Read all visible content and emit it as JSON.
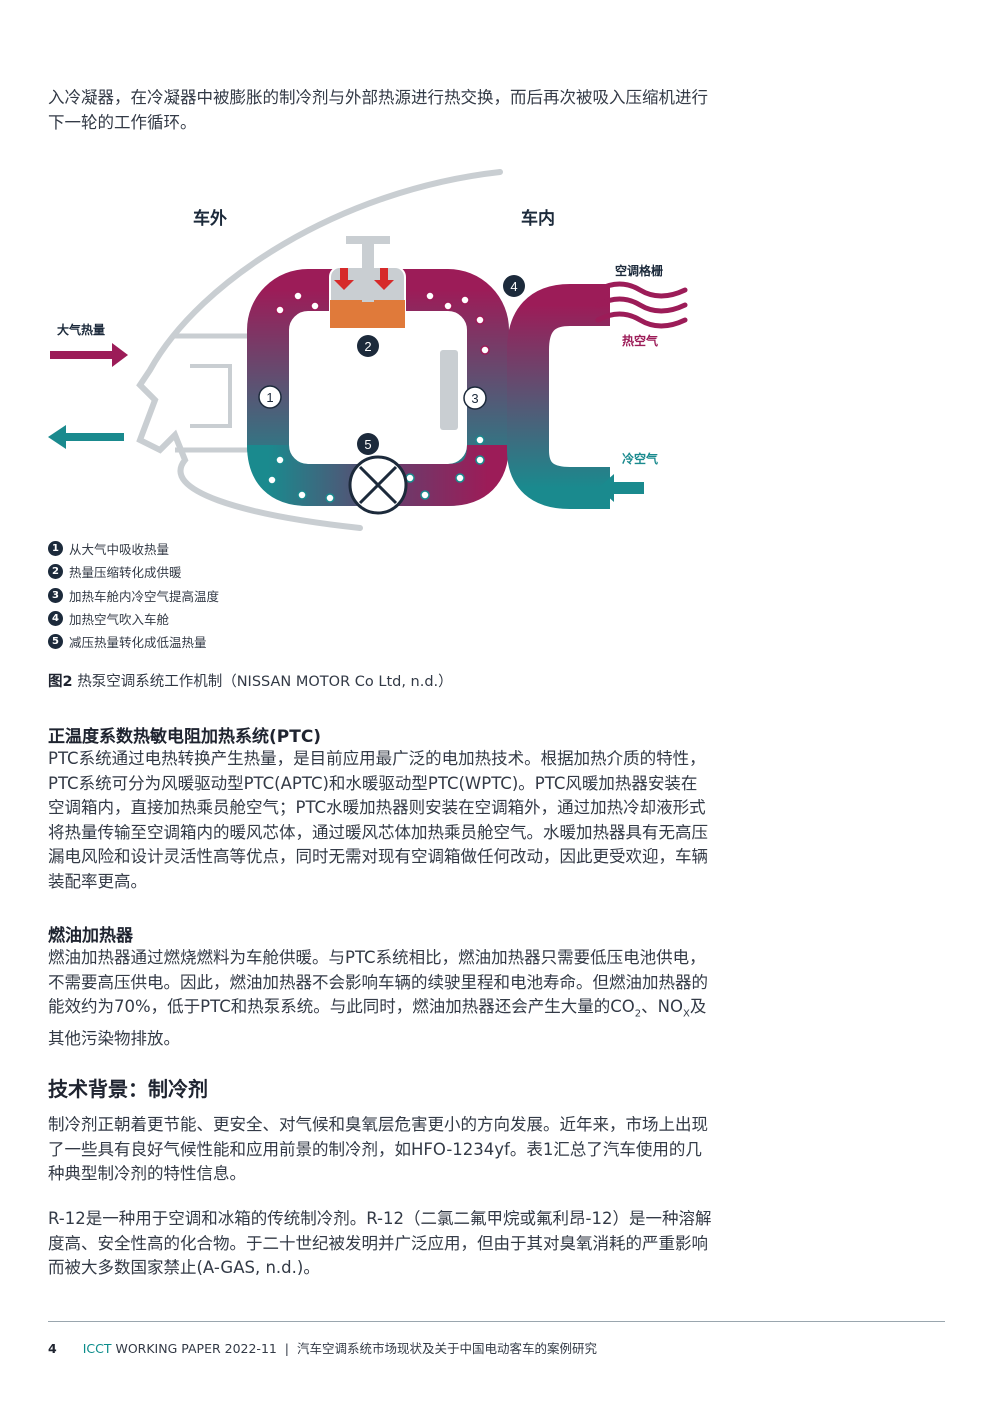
{
  "intro_para": "入冷凝器，在冷凝器中被膨胀的制冷剂与外部热源进行热交换，而后再次被吸入压缩机进行下一轮的工作循环。",
  "diagram": {
    "label_outside": "车外",
    "label_inside": "车内",
    "label_ambient_heat": "大气热量",
    "label_vent": "空调格栅",
    "label_hot_air": "热空气",
    "label_cold_air": "冷空气",
    "markers": [
      "1",
      "2",
      "3",
      "4",
      "5"
    ],
    "colors": {
      "teal": "#1a8a8e",
      "magenta": "#9c1c58",
      "dark": "#1c2a3b",
      "grey": "#c9ced2"
    }
  },
  "legend": [
    {
      "num": "1",
      "text": "从大气中吸收热量"
    },
    {
      "num": "2",
      "text": "热量压缩转化成供暖"
    },
    {
      "num": "3",
      "text": "加热车舱内冷空气提高温度"
    },
    {
      "num": "4",
      "text": "加热空气吹入车舱"
    },
    {
      "num": "5",
      "text": "减压热量转化成低温热量"
    }
  ],
  "caption": {
    "label": "图2",
    "text": " 热泵空调系统工作机制（NISSAN MOTOR Co Ltd, n.d.）"
  },
  "ptc": {
    "heading": "正温度系数热敏电阻加热系统(PTC)",
    "body": "PTC系统通过电热转换产生热量，是目前应用最广泛的电加热技术。根据加热介质的特性，PTC系统可分为风暖驱动型PTC(APTC)和水暖驱动型PTC(WPTC)。PTC风暖加热器安装在空调箱内，直接加热乘员舱空气；PTC水暖加热器则安装在空调箱外，通过加热冷却液形式将热量传输至空调箱内的暖风芯体，通过暖风芯体加热乘员舱空气。水暖加热器具有无高压漏电风险和设计灵活性高等优点，同时无需对现有空调箱做任何改动，因此更受欢迎，车辆装配率更高。"
  },
  "fuel": {
    "heading": "燃油加热器",
    "body_a": "燃油加热器通过燃烧燃料为车舱供暖。与PTC系统相比，燃油加热器只需要低压电池供电，不需要高压供电。因此，燃油加热器不会影响车辆的续驶里程和电池寿命。但燃油加热器的能效约为70%，低于PTC和热泵系统。与此同时，燃油加热器还会产生大量的CO",
    "sub_co2": "2",
    "body_b": "、NO",
    "sub_nox": "X",
    "body_c": "及其他污染物排放。"
  },
  "tech": {
    "heading": "技术背景：制冷剂",
    "para1": "制冷剂正朝着更节能、更安全、对气候和臭氧层危害更小的方向发展。近年来，市场上出现了一些具有良好气候性能和应用前景的制冷剂，如HFO-1234yf。表1汇总了汽车使用的几种典型制冷剂的特性信息。",
    "para2": "R-12是一种用于空调和冰箱的传统制冷剂。R-12（二氯二氟甲烷或氟利昂-12）是一种溶解度高、安全性高的化合物。于二十世纪被发明并广泛应用，但由于其对臭氧消耗的严重影响而被大多数国家禁止(A-GAS, n.d.)。"
  },
  "footer": {
    "page": "4",
    "org": "ICCT",
    "series": " WORKING PAPER 2022-11",
    "sep": "  |  ",
    "title": "汽车空调系统市场现状及关于中国电动客车的案例研究"
  }
}
